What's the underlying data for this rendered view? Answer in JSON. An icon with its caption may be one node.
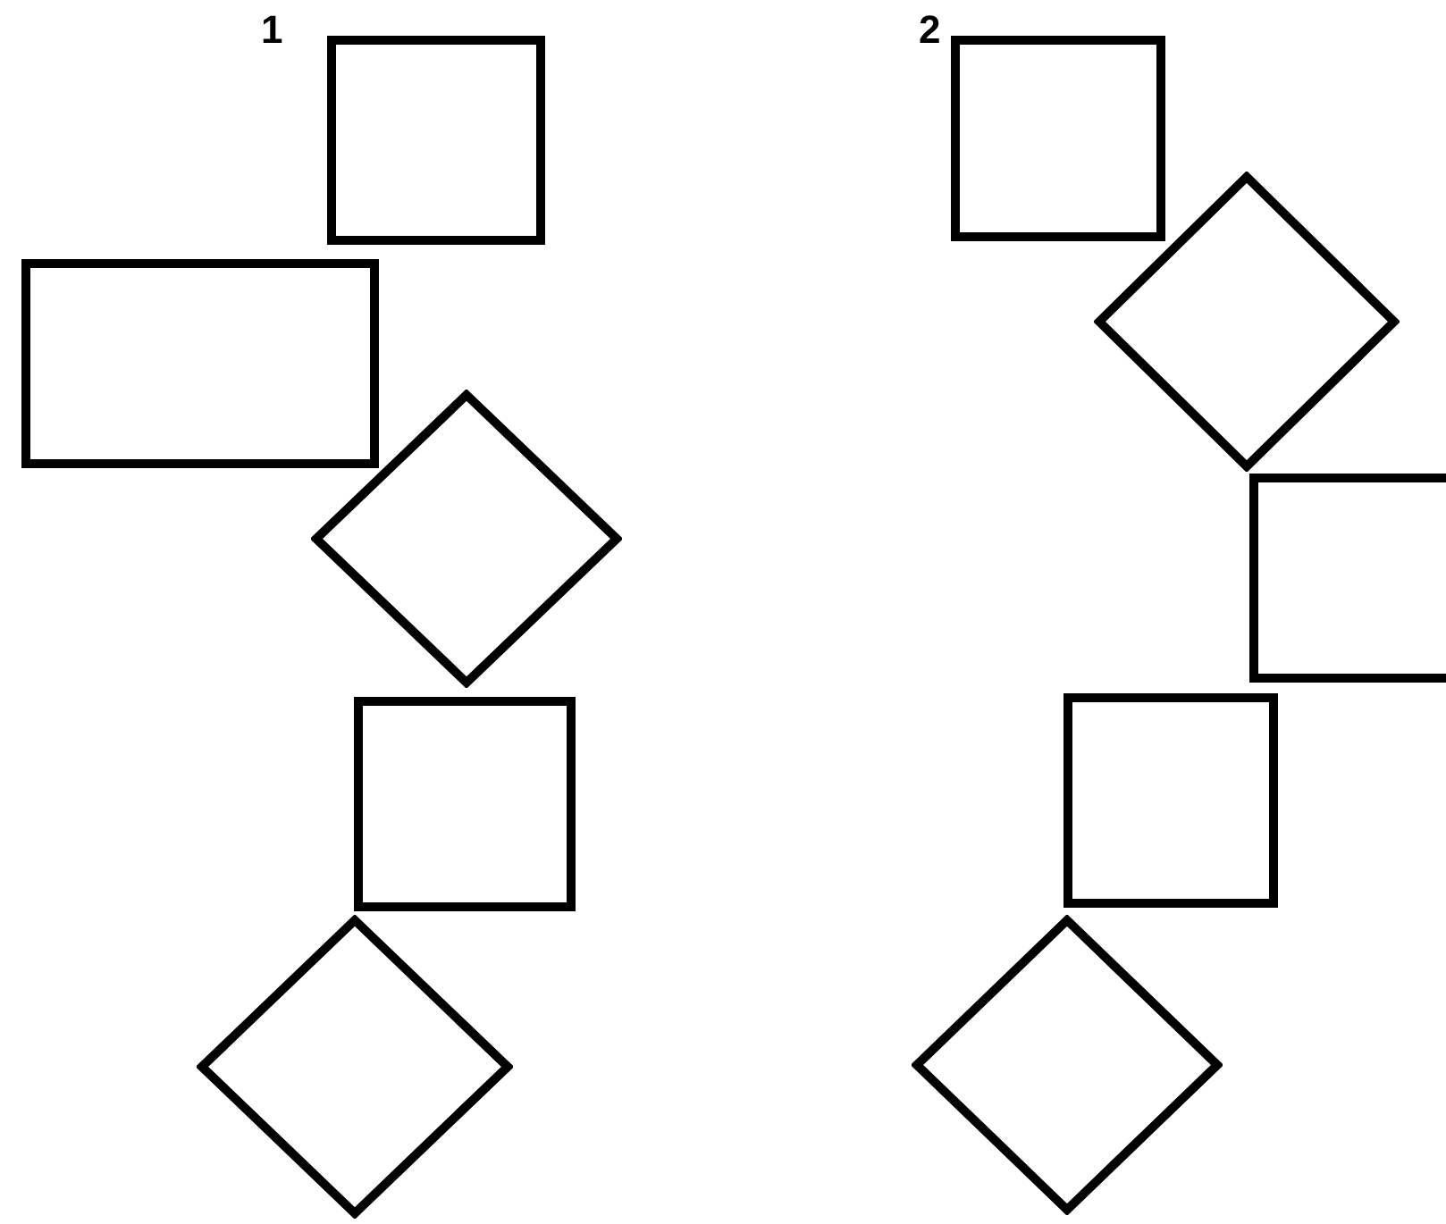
{
  "diagram": {
    "nodes": [
      {
        "text": [],
        "shape": "box"
      },
      {
        "text": [],
        "shape": "box"
      },
      {
        "text": [],
        "shape": "diamond"
      },
      {
        "text": [],
        "shape": "box"
      },
      {
        "text": [],
        "shape": "diamond"
      },
      {
        "text": [],
        "shape": "box"
      },
      {
        "text": [],
        "shape": "diamond"
      },
      {
        "text": [],
        "shape": "box"
      },
      {
        "text": [],
        "shape": "box"
      },
      {
        "text": [],
        "shape": "diamond"
      }
    ],
    "labels": [
      "1",
      "2"
    ]
  }
}
